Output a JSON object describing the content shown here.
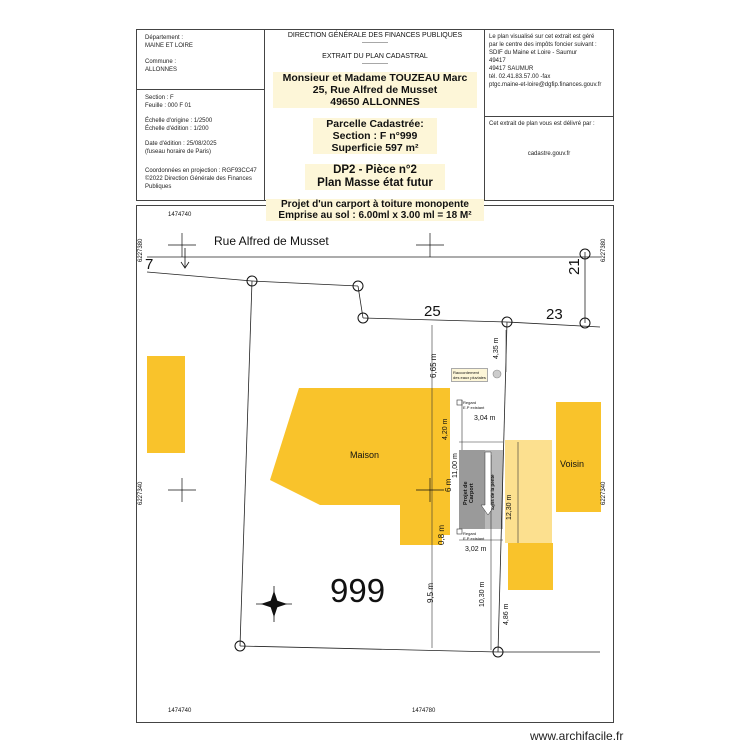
{
  "header": {
    "left": {
      "departement": "Département :\nMAINE ET LOIRE",
      "commune": "Commune :\nALLONNES",
      "section": "Section : F\nFeuille : 000 F 01",
      "echelles": "Échelle d'origine : 1/2500\nÉchelle d'édition : 1/200",
      "date": "Date d'édition : 25/08/2025\n(fuseau horaire de Paris)",
      "coords": "Coordonnées en projection : RGF93CC47\n©2022 Direction Générale des Finances\nPubliques"
    },
    "center": {
      "title": "DIRECTION GÉNÉRALE DES FINANCES PUBLIQUES",
      "dashes1": "-------------",
      "subtitle": "EXTRAIT DU PLAN CADASTRAL",
      "dashes2": "-------------",
      "owner_line1": "Monsieur et Madame TOUZEAU Marc",
      "owner_line2": "25, Rue Alfred de Musset",
      "owner_line3": "49650 ALLONNES",
      "parcel_line1": "Parcelle Cadastrée:",
      "parcel_line2": "Section : F n°999",
      "parcel_line3": "Superficie 597 m²",
      "dp_line1": "DP2 - Pièce  n°2",
      "dp_line2": "Plan Masse état futur",
      "project_line1": "Projet d'un carport à toiture monopente",
      "project_line2": "Emprise au sol : 6.00ml x 3.00 ml = 18 M²"
    },
    "right": {
      "service": "Le plan visualisé sur cet extrait est géré\npar le centre des impôts foncier suivant :\nSDIF du Maine et Loire - Saumur\n   49417\n49417 SAUMUR\ntél. 02.41.83.57.00 -fax\nptgc.maine-et-loire@dgfip.finances.gouv.fr",
      "delivered": "Cet extrait de plan vous est délivré par :",
      "site": "cadastre.gouv.fr"
    }
  },
  "plan": {
    "street": "Rue Alfred de Musset",
    "parcel_number": "999",
    "house_label": "Maison",
    "neighbor_label": "Voisin",
    "numbers": [
      "7",
      "21",
      "25",
      "23"
    ],
    "coord_top": "1474740",
    "coord_bottom_left": "1474740",
    "coord_bottom_mid": "1474780",
    "coord_left_top": "6227380",
    "coord_right_top": "6227380",
    "coord_left_mid": "6227340",
    "coord_right_mid": "6227340",
    "dims": {
      "d665": "6,65 m",
      "d435": "4,35 m",
      "d420": "4,20 m",
      "d304": "3,04 m",
      "d1100": "11,00 m",
      "d6": "6 m",
      "d08": "0,8 m",
      "d1230": "12,30 m",
      "d302": "3,02 m",
      "d95": "9,5 m",
      "d1030": "10,30 m",
      "d486": "4,86 m"
    },
    "carport_label": "Projet de\nCarport",
    "carport_arrow": "Sens de la pente",
    "regard1": "Regard\nE.P existant",
    "regard2": "Regard\nE.P existant",
    "note": "Raccordement\ndes eaux pluviales"
  },
  "colors": {
    "building": "#f9c32b",
    "neighbor_light": "#fce08f",
    "carport": "#9a9a9a",
    "label_bg": "#fdf6d8"
  },
  "footer": {
    "watermark": "www.archifacile.fr"
  }
}
